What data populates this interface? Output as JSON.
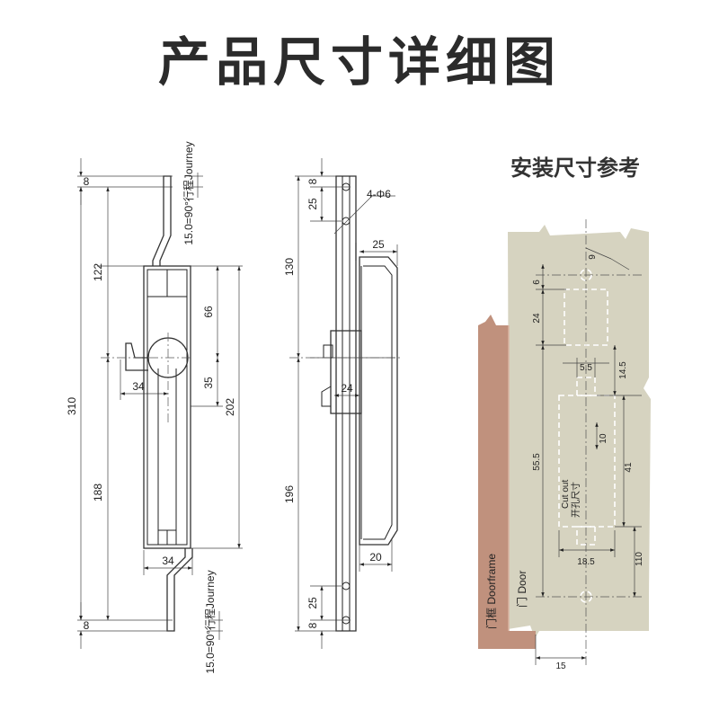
{
  "header": {
    "title": "产品尺寸详细图"
  },
  "front_view": {
    "dims": {
      "top_gap": "8",
      "upper": "122",
      "total": "310",
      "lower": "188",
      "bottom_gap": "8",
      "knob_upper": "66",
      "knob_lower": "35",
      "knob_offset": "34",
      "body_length": "202",
      "bottom_width": "34"
    },
    "journey_label": "15.0=90°行程Journey"
  },
  "side_view": {
    "dims": {
      "top_gap": "8",
      "top_hole": "25",
      "upper": "130",
      "lower": "196",
      "bottom_hole": "25",
      "bottom_gap": "8",
      "housing_depth": "25",
      "knob_depth": "24",
      "bottom_depth": "20"
    },
    "holes_label": "4-Φ6"
  },
  "install_ref": {
    "title": "安装尺寸参考",
    "dims": {
      "d9": "9",
      "d6": "6",
      "d24": "24",
      "d5_5": "5.5",
      "d14_5": "14.5",
      "d10": "10",
      "d41": "41",
      "d55_5": "55.5",
      "d110": "110",
      "d18_5": "18.5",
      "d15": "15"
    },
    "cutout_label_en": "Cut out",
    "cutout_label_cn": "开孔尺寸",
    "door_label": "门 Door",
    "doorframe_label": "门框 Doorframe",
    "colors": {
      "panel": "#d6d3c0",
      "frame": "#c0917d",
      "frame_edge": "#d9b4a2"
    }
  }
}
